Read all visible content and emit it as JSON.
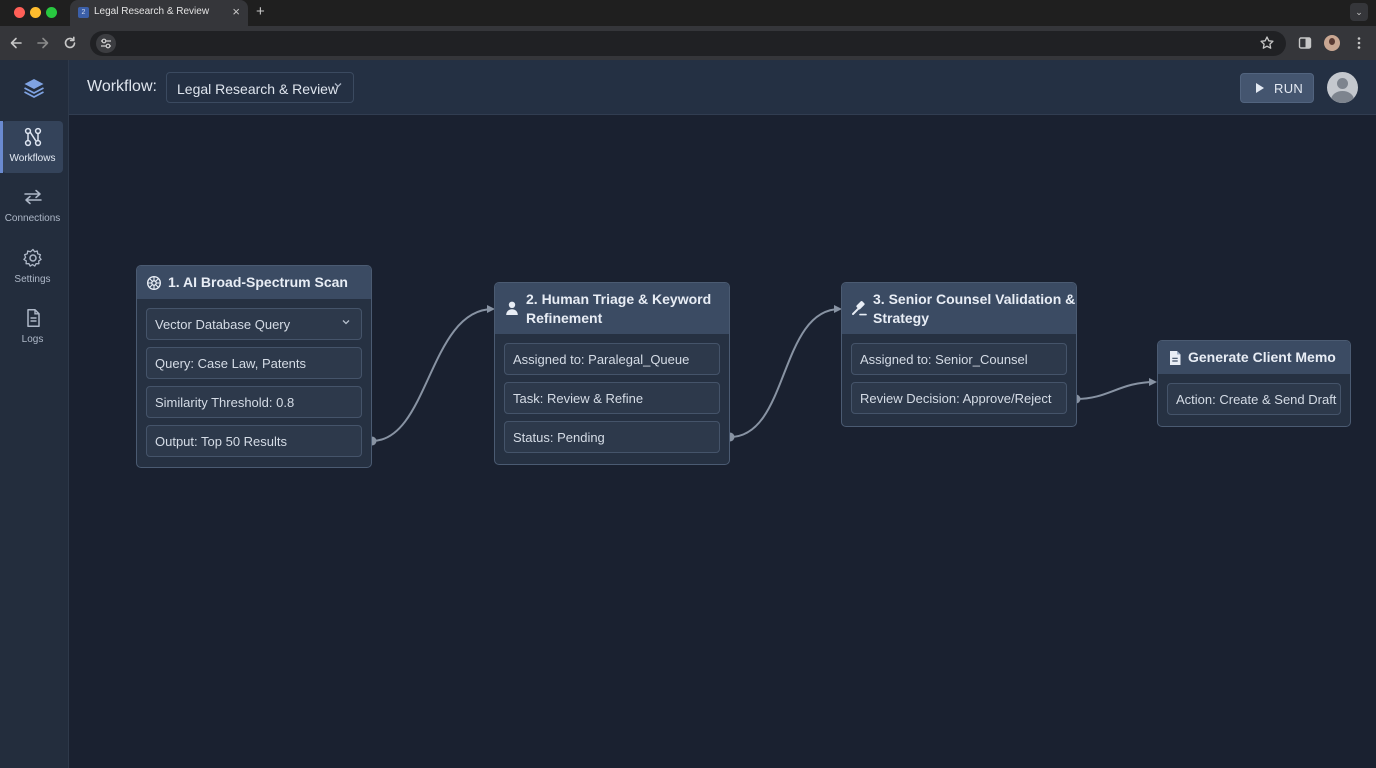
{
  "browser": {
    "tab_title": "Legal Research & Review",
    "tab_favicon": "2",
    "tab_close": "×",
    "new_tab": "+",
    "tab_menu": "⌄"
  },
  "sidebar": {
    "items": [
      {
        "label": "Workflows",
        "icon": "workflow-icon",
        "active": true
      },
      {
        "label": "Connections",
        "icon": "connections-icon",
        "active": false
      },
      {
        "label": "Settings",
        "icon": "gear-icon",
        "active": false
      },
      {
        "label": "Logs",
        "icon": "document-icon",
        "active": false
      }
    ]
  },
  "header": {
    "workflow_label": "Workflow:",
    "workflow_selected": "Legal Research & Review",
    "run_label": "RUN"
  },
  "nodes": [
    {
      "title": "1. AI Broad-Spectrum Scan",
      "icon": "ai-chip-icon",
      "fields": [
        "Vector Database Query",
        "Query: Case Law, Patents",
        "Similarity Threshold: 0.8",
        "Output: Top 50 Results"
      ]
    },
    {
      "title_line1": "2. Human Triage & Keyword",
      "title_line2": "Refinement",
      "icon": "person-icon",
      "fields": [
        "Assigned to: Paralegal_Queue",
        "Task: Review & Refine",
        "Status: Pending"
      ]
    },
    {
      "title_line1": "3. Senior Counsel Validation &",
      "title_line2": "Strategy",
      "icon": "gavel-icon",
      "fields": [
        "Assigned to: Senior_Counsel",
        "Review Decision: Approve/Reject"
      ]
    },
    {
      "title": "Generate Client Memo",
      "icon": "document-icon",
      "fields": [
        "Action: Create & Send Draft"
      ]
    }
  ],
  "colors": {
    "canvas": "#1a2130",
    "node_header": "#3b4b63",
    "edge": "#8893a3"
  }
}
